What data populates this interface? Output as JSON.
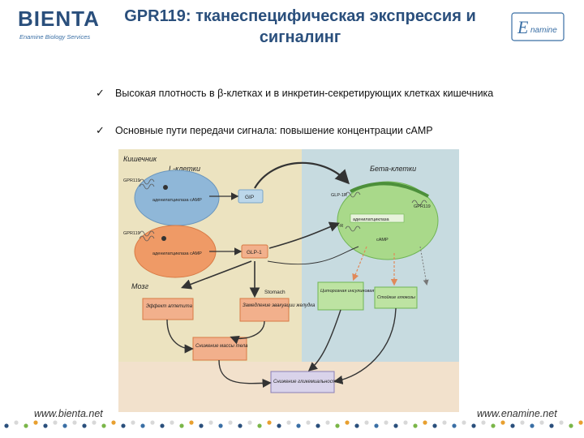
{
  "header": {
    "title": "GPR119: тканеспецифическая экспрессия и сигналинг",
    "left_logo": {
      "word": "BIENTA",
      "tagline": "Enamine Biology Services"
    },
    "right_logo": {
      "letter": "E",
      "word": "namine"
    }
  },
  "bullets": [
    {
      "mark": "✓",
      "text": "Высокая плотность в β-клетках и в инкретин-секретирующих клетках кишечника"
    },
    {
      "mark": "✓",
      "text": "Основные пути передачи сигнала: повышение концентрации cAMP"
    }
  ],
  "diagram": {
    "region_intestine": "Кишечник",
    "region_lcells": "L-клетки",
    "region_beta": "Бета-клетки",
    "region_brain": "Мозг",
    "stomach": "Stomach",
    "gpr119_a": "GPR119",
    "gpr119_b": "GPR119",
    "gpr119_c": "GPR119",
    "adenylate_1": "аденилатциклаза cAMP",
    "adenylate_2": "аденилатциклаза cAMP",
    "adenylate_3": "аденилатциклаза",
    "camp": "cAMP",
    "gip": "GIP",
    "glp1": "GLP-1",
    "glp1r": "GLP-1R",
    "gipr": "GIP-R",
    "box_appetite": "Эффект аппетита",
    "box_emptying": "Замедление эвакуации желудка",
    "box_insulin": "Циторозная инсулиновая эффект. регуляция",
    "box_survival": "Стойкие глюкозы",
    "box_weight": "Снижение массы тела",
    "box_glucose": "Снижение гликемиальности",
    "colors": {
      "intestine_bg": "#ece3c0",
      "beta_bg": "#c7dbe0",
      "bottom_bg": "#f2e1cc",
      "lcell_blue": "#8fb7d8",
      "lcell_orange": "#ef9a66",
      "beta_cell": "#a9d98a",
      "arrow": "#333333",
      "dashed_orange": "#e0895a"
    }
  },
  "footer": {
    "left_url": "www.bienta.net",
    "right_url": "www.enamine.net"
  }
}
